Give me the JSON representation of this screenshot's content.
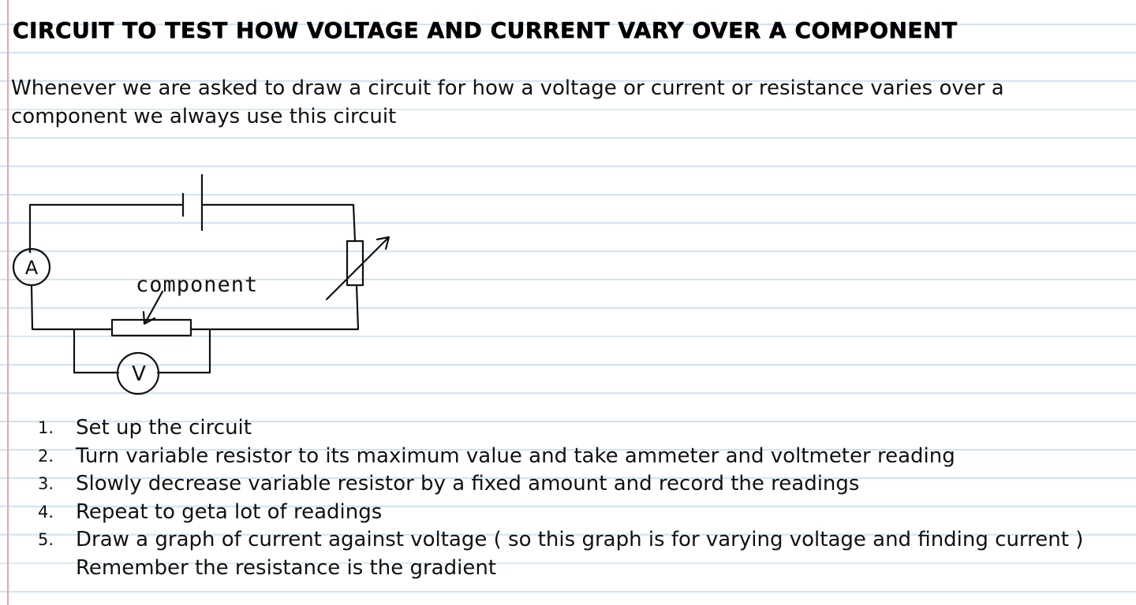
{
  "page": {
    "title": "CIRCUIT TO TEST HOW VOLTAGE AND CURRENT VARY OVER A COMPONENT",
    "intro": "Whenever we are asked to draw a circuit for how  a voltage or current or resistance varies over a component we always use this circuit"
  },
  "circuit": {
    "ammeter_label": "A",
    "voltmeter_label": "V",
    "component_label": "component"
  },
  "steps": [
    {
      "num": "1.",
      "text": "Set up the circuit"
    },
    {
      "num": "2.",
      "text": "Turn variable resistor to its maximum value and take ammeter and voltmeter reading"
    },
    {
      "num": "3.",
      "text": "Slowly decrease variable resistor by a fixed amount  and record the readings"
    },
    {
      "num": "4.",
      "text": "Repeat to geta lot of readings"
    },
    {
      "num": "5.",
      "text": "Draw a graph of current against voltage ( so this graph is  for varying voltage and finding current )",
      "continuation": "Remember the resistance is the gradient"
    }
  ],
  "colors": {
    "rule_line": "#cfe3f4",
    "margin_line": "#f0a3a8",
    "ink": "#111111"
  }
}
